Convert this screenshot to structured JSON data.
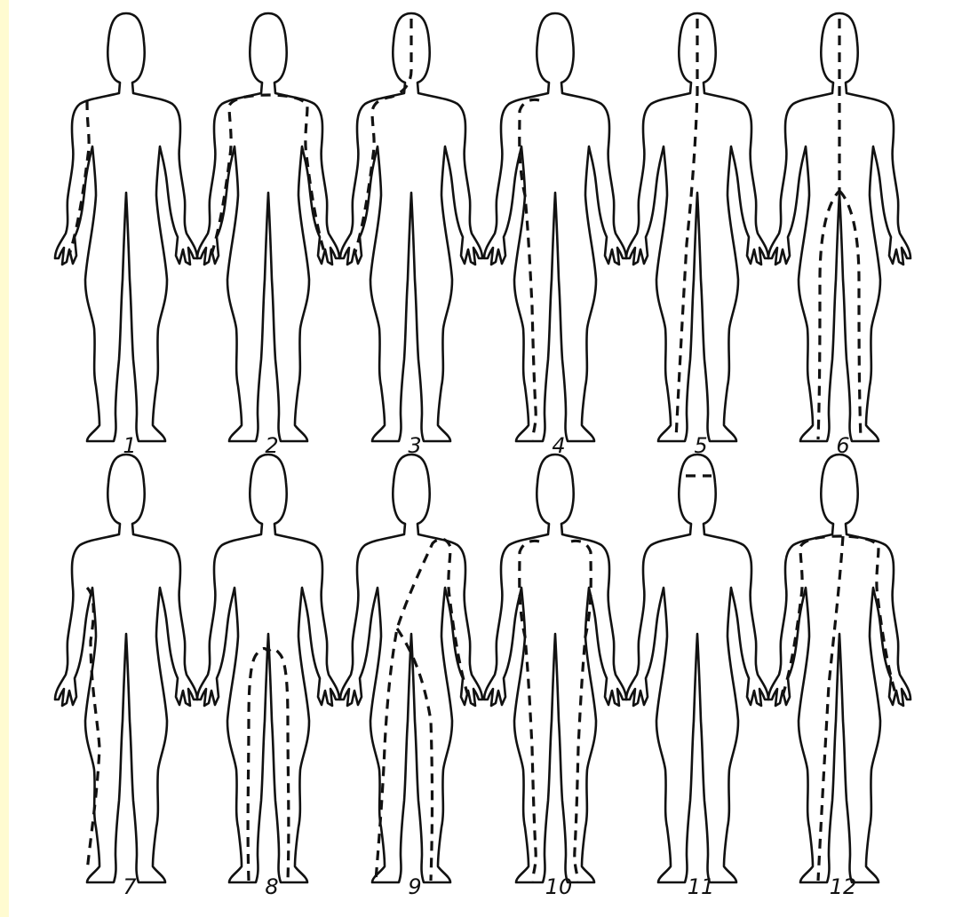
{
  "figure": {
    "background_color": "#fffbd1",
    "line_color": "#111111",
    "panels": [
      {
        "label": "1",
        "routes": [
          "right-arm"
        ]
      },
      {
        "label": "2",
        "routes": [
          "arm-to-arm"
        ]
      },
      {
        "label": "3",
        "routes": [
          "head-to-right-arm"
        ]
      },
      {
        "label": "4",
        "routes": [
          "right-arm-to-right-leg"
        ]
      },
      {
        "label": "5",
        "routes": [
          "head-to-right-leg-diagonal"
        ]
      },
      {
        "label": "6",
        "routes": [
          "head-to-both-legs"
        ]
      },
      {
        "label": "7",
        "routes": [
          "right-leg"
        ]
      },
      {
        "label": "8",
        "routes": [
          "leg-to-leg"
        ]
      },
      {
        "label": "9",
        "routes": [
          "left-arm-to-both-legs"
        ]
      },
      {
        "label": "10",
        "routes": [
          "right-arm-to-right-leg",
          "left-arm-to-left-leg"
        ]
      },
      {
        "label": "11",
        "routes": [
          "across-head"
        ]
      },
      {
        "label": "12",
        "routes": [
          "arm-to-arm",
          "shoulders-to-right-leg"
        ]
      }
    ]
  }
}
